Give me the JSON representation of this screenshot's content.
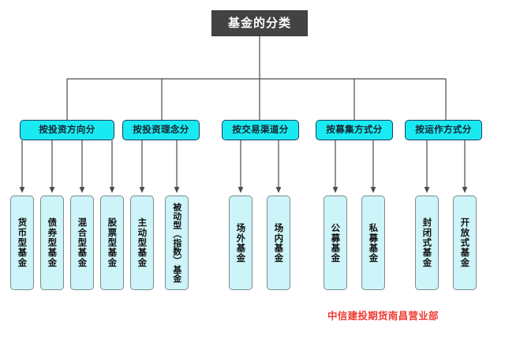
{
  "diagram": {
    "type": "org-chart",
    "title": "基金的分类",
    "footer_note": "中信建投期货南昌营业部",
    "colors": {
      "root_bg": "#434343",
      "root_text": "#ffffff",
      "category_bg": "#19eaf2",
      "category_border": "#1c3f63",
      "leaf_bg": "#cdf4f8",
      "leaf_border": "#7b8b8e",
      "connector": "#4a4a4a",
      "footer_text": "#ef3b34",
      "page_bg": "#ffffff"
    },
    "categories": [
      {
        "label": "按投资方向分",
        "children": [
          {
            "label": "货币型基金"
          },
          {
            "label": "债券型基金"
          },
          {
            "label": "混合型基金"
          },
          {
            "label": "股票型基金"
          }
        ]
      },
      {
        "label": "按投资理念分",
        "children": [
          {
            "label": "主动型基金"
          },
          {
            "label": "被动型（指数）基金"
          }
        ]
      },
      {
        "label": "按交易渠道分",
        "children": [
          {
            "label": "场外基金"
          },
          {
            "label": "场内基金"
          }
        ]
      },
      {
        "label": "按募集方式分",
        "children": [
          {
            "label": "公募基金"
          },
          {
            "label": "私募基金"
          }
        ]
      },
      {
        "label": "按运作方式分",
        "children": [
          {
            "label": "封闭式基金"
          },
          {
            "label": "开放式基金"
          }
        ]
      }
    ]
  }
}
